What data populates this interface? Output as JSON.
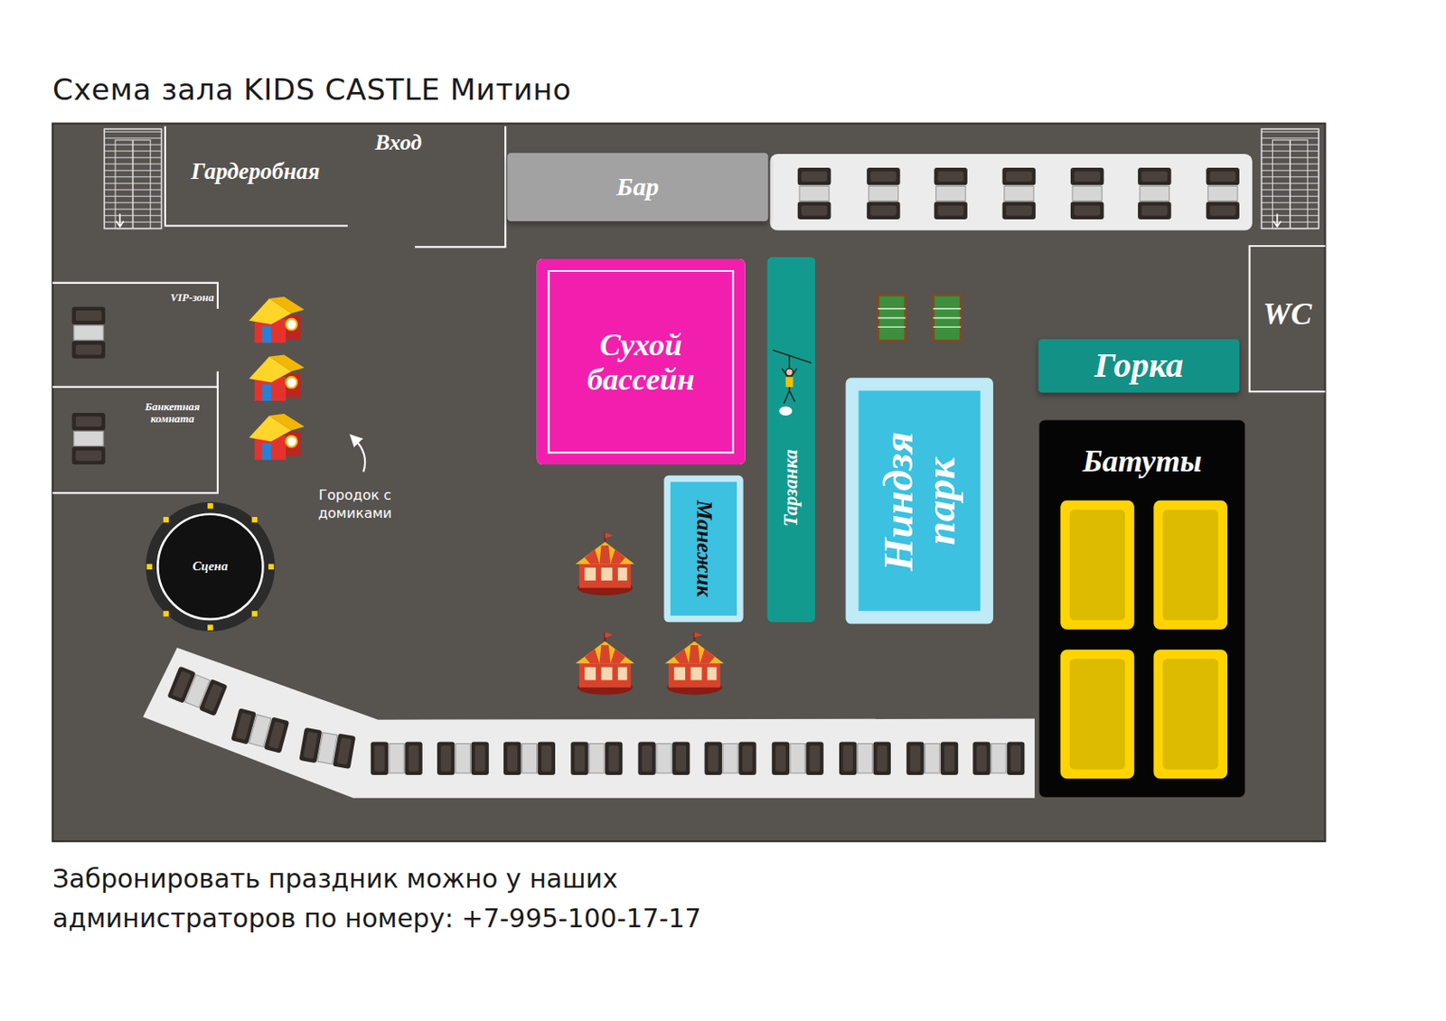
{
  "diagram": {
    "title": "Схема зала KIDS CASTLE Митино",
    "caption": "Забронировать праздник можно у наших администраторов по номеру: +7-995-100-17-17",
    "nodes": [
      {
        "text": [
          "Гардеробная"
        ]
      },
      {
        "text": [
          "Бар"
        ]
      },
      {
        "text": [
          "VIP-зона"
        ]
      },
      {
        "text": [
          "WC"
        ]
      },
      {
        "text": [
          "Сухой бассейн"
        ]
      },
      {
        "text": [
          "Тарзанка"
        ]
      },
      {
        "text": [
          "Горка"
        ]
      },
      {
        "text": [
          "Ниндзя парк"
        ]
      },
      {
        "text": [
          "Банкетная комната"
        ]
      },
      {
        "text": [
          "Батуты"
        ]
      },
      {
        "text": [
          "Манежик"
        ]
      },
      {
        "text": [
          "Сцена"
        ]
      }
    ],
    "labels": [
      "Вход",
      "Городок с домиками"
    ]
  }
}
